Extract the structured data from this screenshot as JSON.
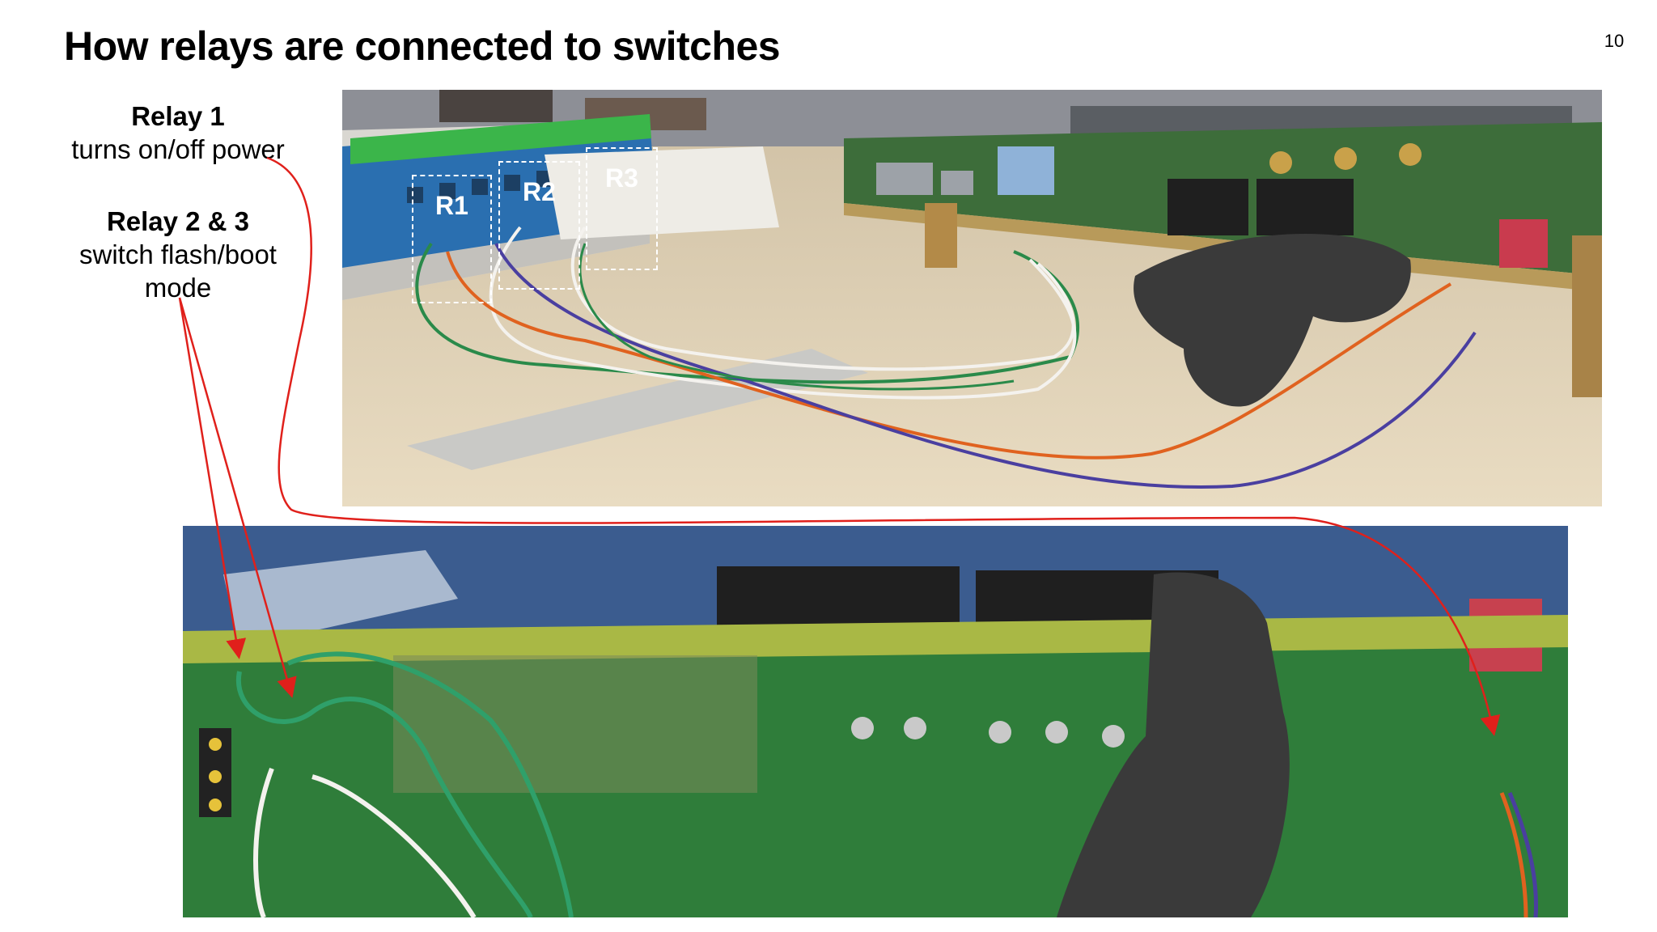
{
  "slide": {
    "title": "How relays are connected to switches",
    "page_number": "10"
  },
  "labels": {
    "relay1": {
      "heading": "Relay 1",
      "text": "turns on/off power"
    },
    "relay23": {
      "heading": "Relay 2 & 3",
      "text": "switch flash/boot mode"
    }
  },
  "relay_tags": [
    "R1",
    "R2",
    "R3"
  ],
  "colors": {
    "arrow": "#e0201b",
    "box_outline": "#ffffff",
    "relay_module": "#2a6fb0",
    "terminal_green": "#3bb54a",
    "pcb_green": "#2f7d3a",
    "table": "#e2d2b4"
  }
}
